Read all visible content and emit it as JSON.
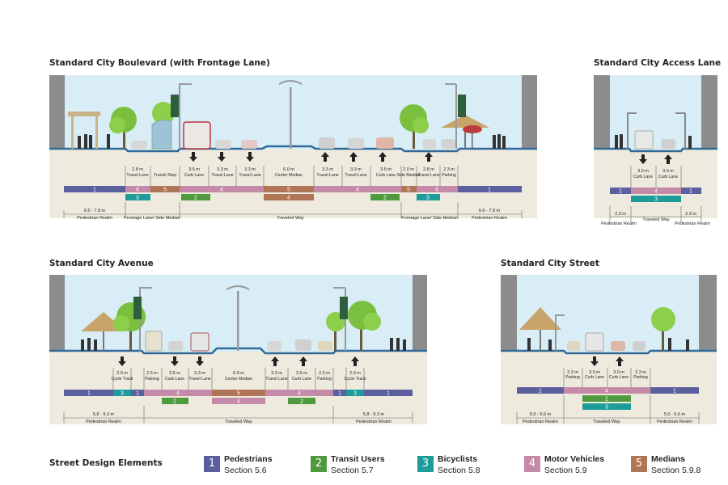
{
  "colors": {
    "pedestrians": "#5b5f9e",
    "transit": "#4f9a3f",
    "bicyclists": "#1e9c9a",
    "vehicles": "#c48aa8",
    "medians": "#b07457",
    "sky": "#d6ecf6",
    "ground": "#ece9dd",
    "road": "#3b70a0"
  },
  "boulevard": {
    "title": "Standard City Boulevard (with Frontage Lane)",
    "widths": [
      "2.8 m",
      "3.5 m",
      "3.3 m",
      "3.3 m",
      "6.0 m",
      "3.3 m",
      "3.3 m",
      "3.5 m",
      "2.0 m",
      "2.8 m",
      "2.3 m"
    ],
    "lanes": [
      "Travel Lane",
      "Transit Stop",
      "Curb Lane",
      "Travel Lane",
      "Travel Lane",
      "Center Median",
      "Travel Lane",
      "Travel Lane",
      "Curb Lane",
      "Side Median",
      "Travel Lane",
      "Parking"
    ],
    "codes": [
      "1",
      "4",
      "5",
      "4",
      "5",
      "4",
      "5",
      "4",
      "1",
      "3",
      "2",
      "4",
      "5",
      "4",
      "2",
      "3"
    ],
    "dims": [
      "6.6 - 7.8 m",
      "6.6 - 7.8 m"
    ],
    "realms": [
      "Pedestrian Realm",
      "Frontage Lane/ Side Median",
      "Traveled Way",
      "Frontage Lane/ Side Median",
      "Pedestrian Realm"
    ]
  },
  "access": {
    "title": "Standard City Access Lane",
    "widths": [
      "3.0 m",
      "3.0 m"
    ],
    "lanes": [
      "Curb Lane",
      "Curb Lane"
    ],
    "codes": [
      "1",
      "4",
      "1",
      "3"
    ],
    "dims": [
      "2.3 m",
      "2.3 m"
    ],
    "realms": [
      "Pedestrian Realm",
      "Traveled Way",
      "Pedestrian Realm"
    ]
  },
  "avenue": {
    "title": "Standard City Avenue",
    "widths": [
      "2.0 m",
      "2.5 m",
      "3.5 m",
      "3.3 m",
      "6.0 m",
      "3.3 m",
      "3.5 m",
      "2.5 m",
      "2.0 m"
    ],
    "lanes": [
      "Cycle Track",
      "Parking",
      "Curb Lane",
      "Travel Lane",
      "Center Median",
      "Travel Lane",
      "Curb Lane",
      "Parking",
      "Cycle Track"
    ],
    "codes": [
      "1",
      "3",
      "1",
      "4",
      "5",
      "4",
      "1",
      "3",
      "1",
      "2",
      "4",
      "2"
    ],
    "dims": [
      "5.8 - 9.3 m",
      "5.8 - 9.3 m"
    ],
    "realms": [
      "Pedestrian Realm",
      "Traveled Way",
      "Pedestrian Realm"
    ]
  },
  "street": {
    "title": "Standard City Street",
    "widths": [
      "2.3 m",
      "3.0 m",
      "3.0 m",
      "2.3 m"
    ],
    "lanes": [
      "Parking",
      "Curb Lane",
      "Curb Lane",
      "Parking"
    ],
    "codes": [
      "1",
      "4",
      "1",
      "2",
      "3"
    ],
    "dims": [
      "5.0 - 5.6 m",
      "5.0 - 5.6 m"
    ],
    "realms": [
      "Pedestrian Realm",
      "Traveled Way",
      "Pedestrian Realm"
    ]
  },
  "legend": {
    "title": "Street Design Elements",
    "items": [
      {
        "num": "1",
        "name": "Pedestrians",
        "section": "Section 5.6",
        "key": "pedestrians"
      },
      {
        "num": "2",
        "name": "Transit Users",
        "section": "Section 5.7",
        "key": "transit"
      },
      {
        "num": "3",
        "name": "Bicyclists",
        "section": "Section 5.8",
        "key": "bicyclists"
      },
      {
        "num": "4",
        "name": "Motor Vehicles",
        "section": "Section 5.9",
        "key": "vehicles"
      },
      {
        "num": "5",
        "name": "Medians",
        "section": "Section 5.9.8",
        "key": "medians"
      }
    ]
  }
}
